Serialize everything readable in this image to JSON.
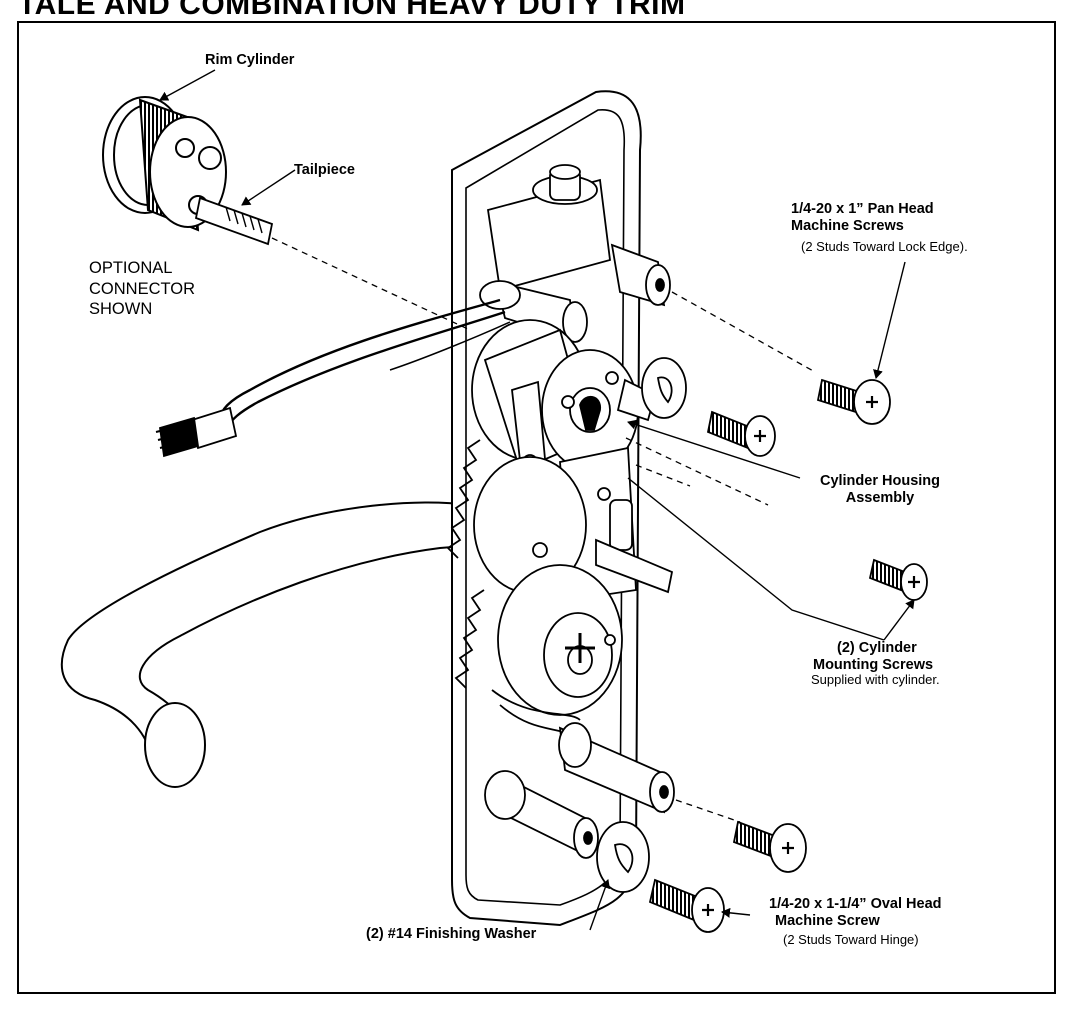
{
  "header": {
    "title": "TALE AND COMBINATION HEAVY DUTY TRIM"
  },
  "labels": {
    "rim_cylinder": "Rim Cylinder",
    "tailpiece": "Tailpiece",
    "optional_connector": [
      "OPTIONAL",
      "CONNECTOR",
      "SHOWN"
    ],
    "pan_head_screws": {
      "line1": "1/4-20 x 1” Pan Head",
      "line2": "Machine Screws",
      "note": "(2 Studs Toward Lock Edge)."
    },
    "cylinder_housing": {
      "line1": "Cylinder Housing",
      "line2": "Assembly"
    },
    "cylinder_mounting": {
      "line1": "(2) Cylinder",
      "line2": "Mounting Screws",
      "note": "Supplied with cylinder."
    },
    "oval_head_screw": {
      "line1": "1/4-20 x 1-1/4” Oval Head",
      "line2": "Machine Screw",
      "note": "(2 Studs Toward Hinge)"
    },
    "finishing_washer": "(2) #14 Finishing Washer"
  },
  "colors": {
    "ink": "#000000",
    "paper": "#ffffff",
    "shade": "#d9d9d9"
  }
}
